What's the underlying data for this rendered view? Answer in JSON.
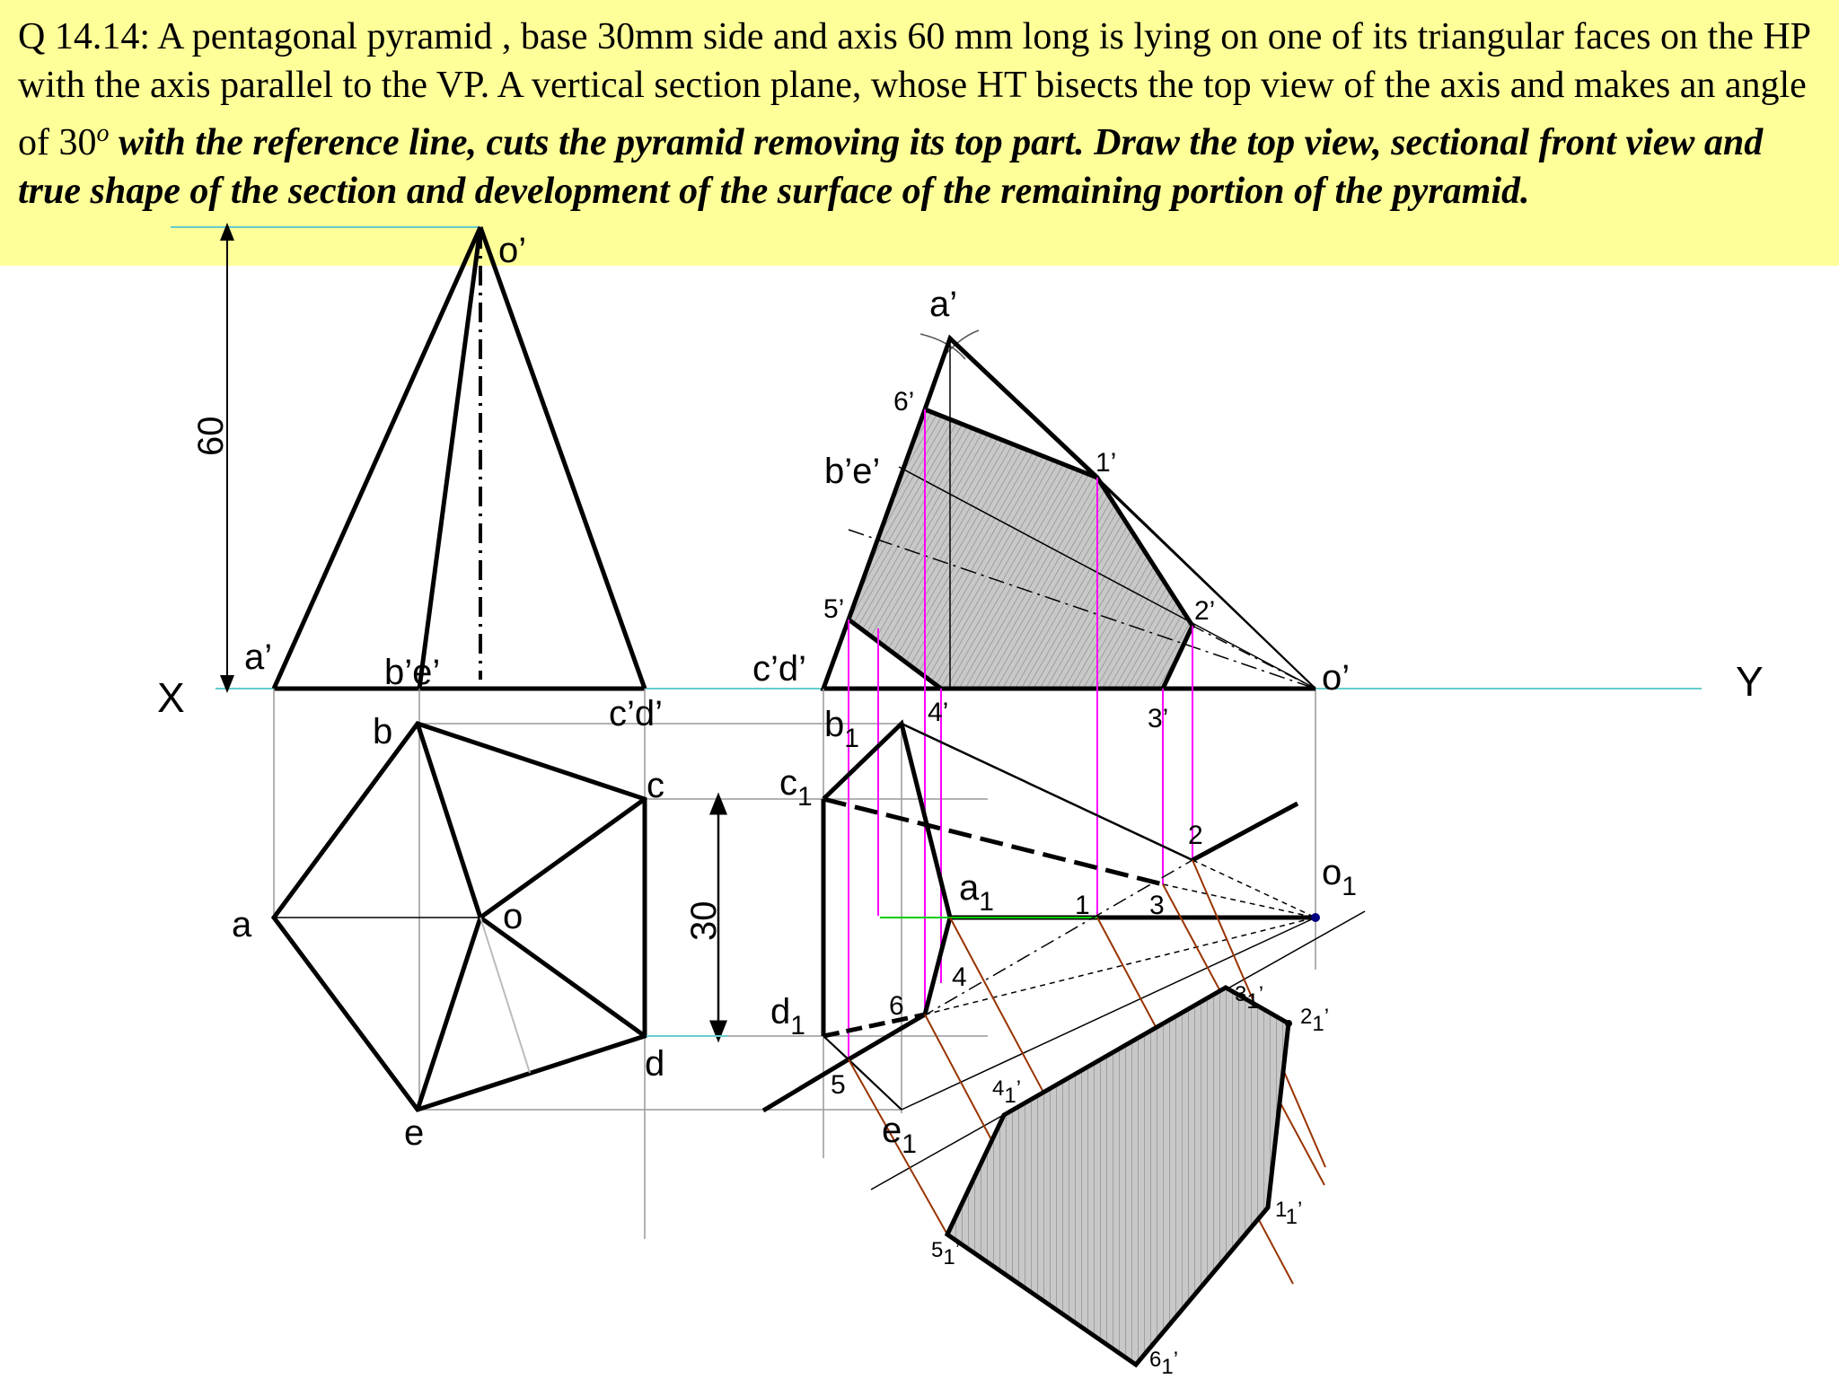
{
  "question": {
    "part_normal": "Q 14.14: A pentagonal pyramid , base 30mm side and axis 60 mm long is lying on one of its triangular faces on the HP with the axis parallel to the VP. A vertical section plane, whose HT bisects the top view of the axis and makes an angle of 30",
    "degree": "o",
    "part_bold": " with the reference line, cuts the pyramid removing its top part. Draw the top view, sectional front view and true shape of the section and development of the surface of the remaining portion of the pyramid."
  },
  "labels": {
    "X": "X",
    "Y": "Y",
    "o_prime_left": "o’",
    "a_prime_left": "a’",
    "be_prime_left": "b’e’",
    "cd_prime_left": "c’d’",
    "dim_60": "60",
    "dim_30": "30",
    "b": "b",
    "c": "c",
    "a": "a",
    "o": "o",
    "d": "d",
    "e": "e",
    "a_prime_right": "a’",
    "six_prime": "6’",
    "be_prime_right": "b’e’",
    "one_prime": "1’",
    "five_prime": "5’",
    "two_prime": "2’",
    "cd_prime_right": "c’d’",
    "four_prime": "4’",
    "three_prime": "3’",
    "o_prime_right": "o’",
    "b1": "b",
    "b1_sub": "1",
    "c1": "c",
    "c1_sub": "1",
    "a1": "a",
    "a1_sub": "1",
    "d1": "d",
    "d1_sub": "1",
    "e1": "e",
    "e1_sub": "1",
    "o1": "o",
    "o1_sub": "1",
    "p1": "1",
    "p2": "2",
    "p3": "3",
    "p4": "4",
    "p5": "5",
    "p6": "6",
    "ts1": "1",
    "ts2": "2",
    "ts3": "3",
    "ts4": "4",
    "ts5": "5",
    "ts6": "6",
    "ts_sub": "1",
    "ts_prime": "’"
  },
  "colors": {
    "background_question": "#ffff99",
    "reference_line": "#66cccc",
    "projector_magenta": "#ff00ff",
    "projector_brown": "#993300",
    "section_fill": "#c8c8c8",
    "axis_highlight": "#00cc00"
  }
}
